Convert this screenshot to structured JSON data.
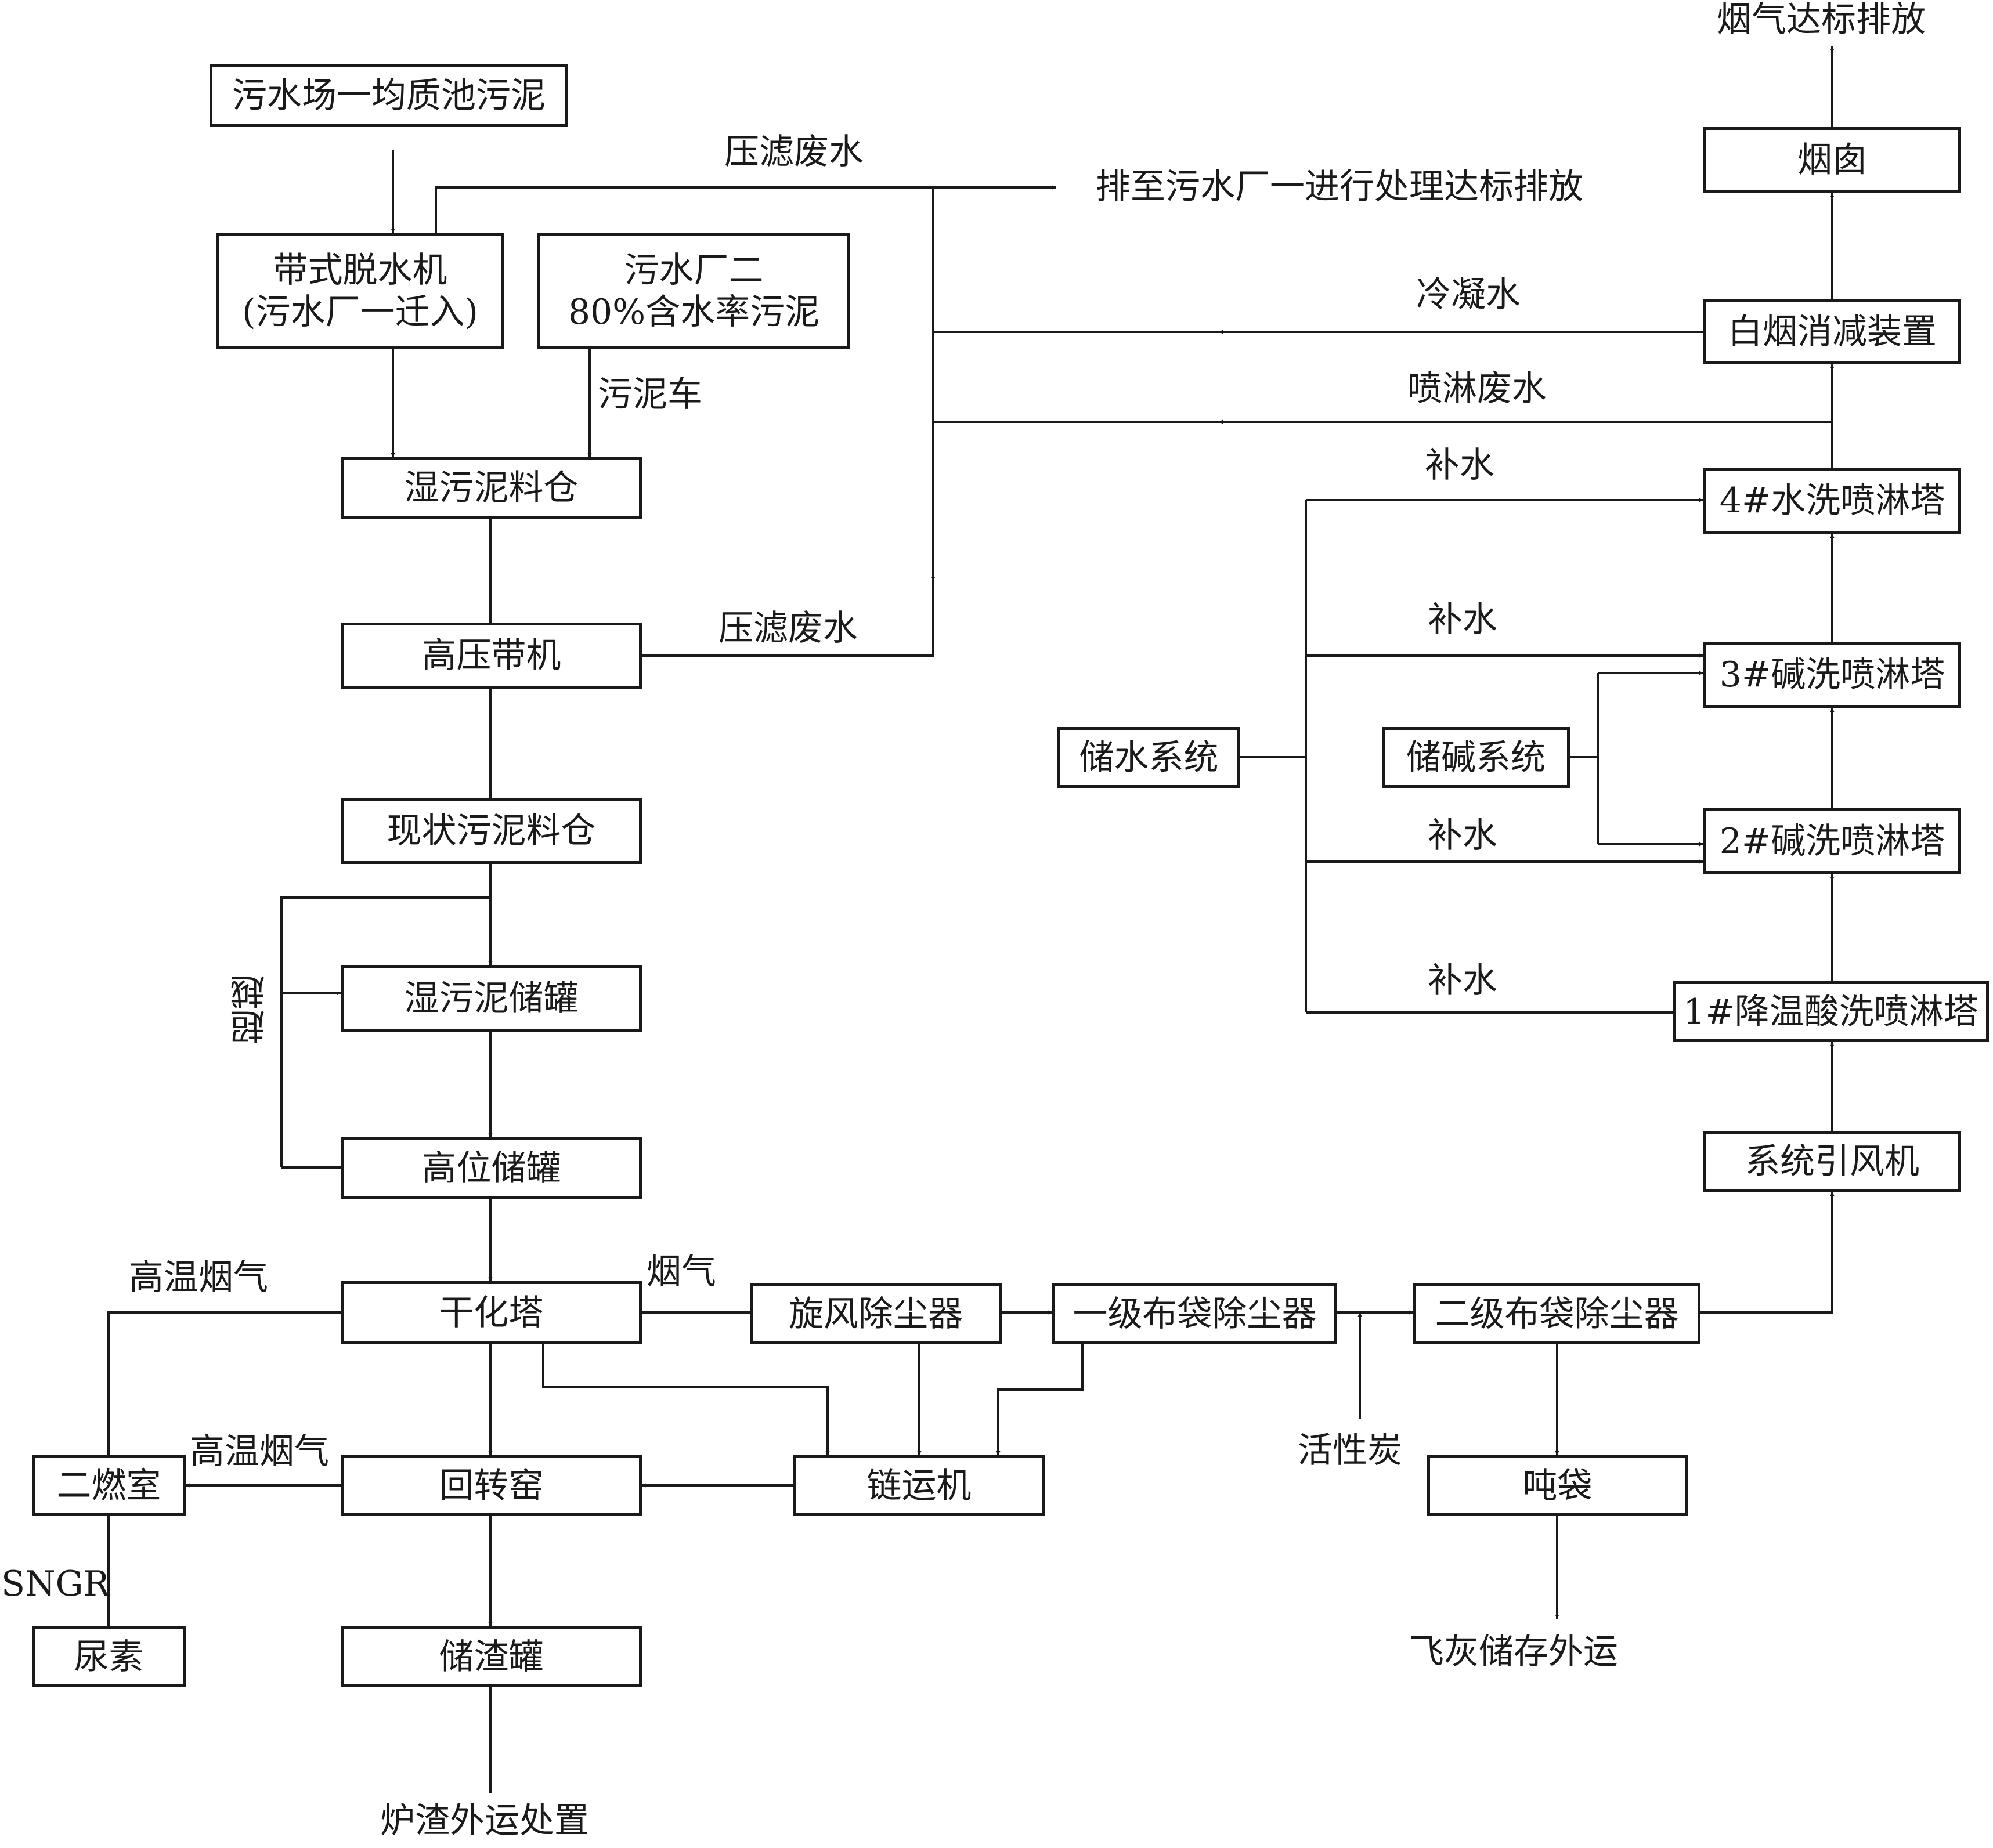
{
  "diagram": {
    "boxes": {
      "source_sludge": "污水场一均质池污泥",
      "belt_dewater_1": "带式脱水机",
      "belt_dewater_2": "(污水厂一迁入)",
      "plant2_1": "污水厂二",
      "plant2_2": "80%含水率污泥",
      "wet_silo": "湿污泥料仓",
      "hp_belt": "高压带机",
      "current_silo": "现状污泥料仓",
      "wet_tank": "湿污泥储罐",
      "high_tank": "高位储罐",
      "dry_tower": "干化塔",
      "rotary_kiln": "回转窑",
      "slag_tank": "储渣罐",
      "secondary_chamber": "二燃室",
      "urea": "尿素",
      "cyclone": "旋风除尘器",
      "bag1": "一级布袋除尘器",
      "bag2": "二级布袋除尘器",
      "chain_conveyor": "链运机",
      "ton_bag": "吨袋",
      "id_fan": "系统引风机",
      "tower1": "1#降温酸洗喷淋塔",
      "tower2": "2#碱洗喷淋塔",
      "tower3": "3#碱洗喷淋塔",
      "tower4": "4#水洗喷淋塔",
      "plume": "白烟消减装置",
      "chimney": "烟囱",
      "water_storage": "储水系统",
      "alkali_storage": "储碱系统"
    },
    "labels": {
      "filtrate_top": "压滤废水",
      "discharge": "排至污水厂一进行处理达标排放",
      "sludge_truck": "污泥车",
      "filtrate_mid": "压滤废水",
      "condensate": "冷凝水",
      "spray_waste": "喷淋废水",
      "makeup4": "补水",
      "makeup3": "补水",
      "makeup2": "补水",
      "makeup1": "补水",
      "bypass": "超越",
      "hot_gas_top": "高温烟气",
      "hot_gas_mid": "高温烟气",
      "flue_gas": "烟气",
      "sngr": "SNGR",
      "activated_carbon": "活性炭",
      "slag_out": "炉渣外运处置",
      "flyash_out": "飞灰储存外运",
      "stack_out": "烟气达标排放"
    }
  }
}
